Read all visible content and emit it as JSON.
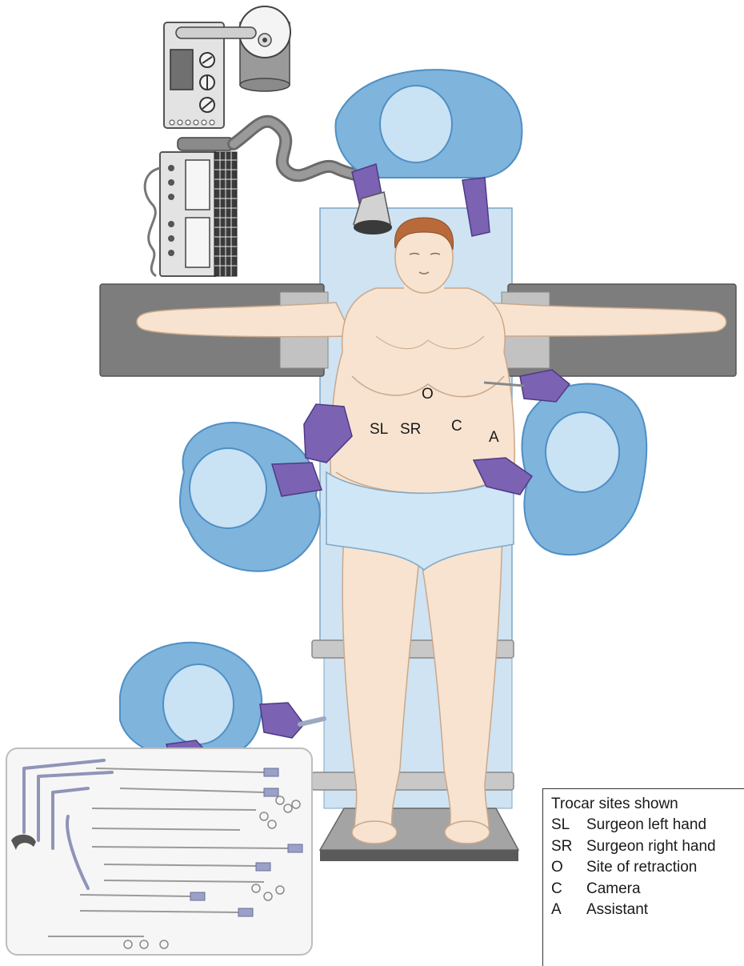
{
  "site_labels": {
    "sl": "SL",
    "sr": "SR",
    "o": "O",
    "c": "C",
    "a": "A"
  },
  "legend": {
    "title": "Trocar sites shown",
    "items": [
      {
        "code": "SL",
        "label": "Surgeon left hand"
      },
      {
        "code": "SR",
        "label": "Surgeon right hand"
      },
      {
        "code": "O",
        "label": "Site of retraction"
      },
      {
        "code": "C",
        "label": "Camera"
      },
      {
        "code": "A",
        "label": "Assistant"
      }
    ]
  },
  "colors": {
    "gown": "#7fb4dc",
    "gown_dark": "#4f8fc4",
    "cap": "#c9e2f4",
    "glove": "#7c62b3",
    "skin": "#f7e3cf",
    "skin_line": "#c9a88c",
    "table": "#cfe3f2",
    "arm_board": "#7d7d7d",
    "briefs": "#cfe6f6",
    "hair": "#b86a3a"
  }
}
